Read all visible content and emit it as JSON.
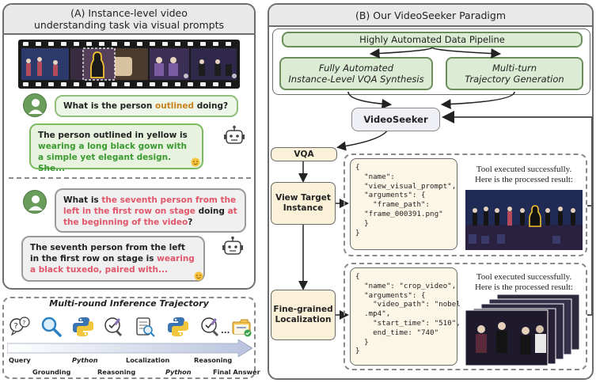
{
  "panel_a": {
    "title_line1": "(A) Instance-level video",
    "title_line2": "understanding task via visual prompts",
    "q1_prefix": "What is the person ",
    "q1_highlight": "outlined",
    "q1_suffix": " doing?",
    "a1_prefix": "The person outlined in yellow is ",
    "a1_highlight": "wearing a long black gown with a simple yet elegant design. She...",
    "q2_a": "What is ",
    "q2_hl1": "the seventh person from the left in the first row on stage",
    "q2_b": " doing ",
    "q2_hl2": "at the beginning of the video",
    "q2_c": "?",
    "a2_prefix": "The seventh person from the left in the first row on stage is ",
    "a2_highlight": "wearing a black tuxedo, paired with..."
  },
  "trajectory": {
    "title": "Multi-round Inference Trajectory",
    "ellipsis": "...",
    "labels": {
      "query": "Query",
      "grounding": "Grounding",
      "python1": "Python",
      "reasoning1": "Reasoning",
      "localization": "Localization",
      "python2": "Python",
      "reasoning2": "Reasoning",
      "final_answer": "Final Answer"
    },
    "icons": [
      "query-icon",
      "magnifier-icon",
      "python-icon",
      "reasoning-icon",
      "localization-icon",
      "python-icon",
      "reasoning-icon",
      "final-answer-icon"
    ]
  },
  "panel_b": {
    "title": "(B) Our VideoSeeker Paradigm",
    "pipeline": "Highly Automated Data Pipeline",
    "vqa_synthesis_line1": "Fully Automated",
    "vqa_synthesis_line2": "Instance-Level VQA Synthesis",
    "trajectory_gen_line1": "Multi-turn",
    "trajectory_gen_line2": "Trajectory Generation",
    "videoseeker": "VideoSeeker",
    "vqa": "VQA",
    "step1_line1": "View Target",
    "step1_line2": "Instance",
    "step2_line1": "Fine-grained",
    "step2_line2": "Localization",
    "code1": "{\n  \"name\":\n  \"view_visual_prompt\",\n  \"arguments\": {\n    \"frame_path\":\n  \"frame_000391.png\"\n  }\n}",
    "code2": "{\n  \"name\": \"crop_video\",\n  \"arguments\": {\n    \"video_path\": \"nobel\n  .mp4\",\n    \"start_time\": \"510\",\n    end_time: \"740\"\n  }\n}",
    "tool1_line1": "Tool executed successfully.",
    "tool1_line2": "Here is the processed result:",
    "tool2_line1": "Tool executed successfully.",
    "tool2_line2": "Here is the processed result:"
  },
  "colors": {
    "green_fill": "#dcebd3",
    "cream_fill": "#fbf1d8",
    "highlight_orange": "#c8821a",
    "highlight_green": "#3a9a2f",
    "highlight_red": "#e0566a"
  }
}
